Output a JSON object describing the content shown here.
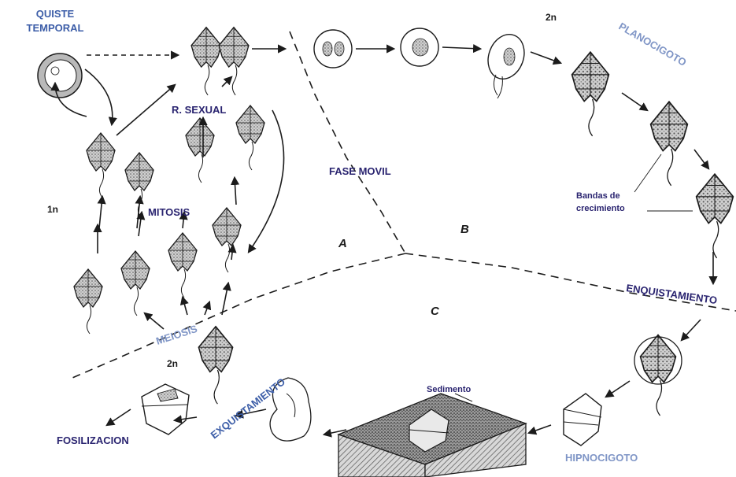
{
  "labels": {
    "quiste_line1": "QUISTE",
    "quiste_line2": "TEMPORAL",
    "r_sexual": "R. SEXUAL",
    "mitosis": "MITOSIS",
    "one_n": "1n",
    "two_n_top": "2n",
    "planocigoto": "PLANOCIGOTO",
    "fase_movil": "FASE MOVIL",
    "bandas_line1": "Bandas de",
    "bandas_line2": "crecimiento",
    "sector_a": "A",
    "sector_b": "B",
    "sector_c": "C",
    "enquistamiento": "ENQUISTAMIENTO",
    "meiosis": "MEIOSIS",
    "two_n_bottom": "2n",
    "exquistamiento": "EXQUISTAMIENTO",
    "sedimento": "Sedimento",
    "hipnocigoto": "HIPNOCIGOTO",
    "fosilizacion": "FOSILIZACION"
  },
  "colors": {
    "label_dark": "#2a2470",
    "label_blue": "#3d5ea8",
    "label_faded": "#7f95c6",
    "ink": "#1b1b1b"
  },
  "icons": {
    "cell": "dinoflagellate-cell-icon",
    "cyst": "cyst-icon",
    "sediment": "sediment-block-icon"
  }
}
